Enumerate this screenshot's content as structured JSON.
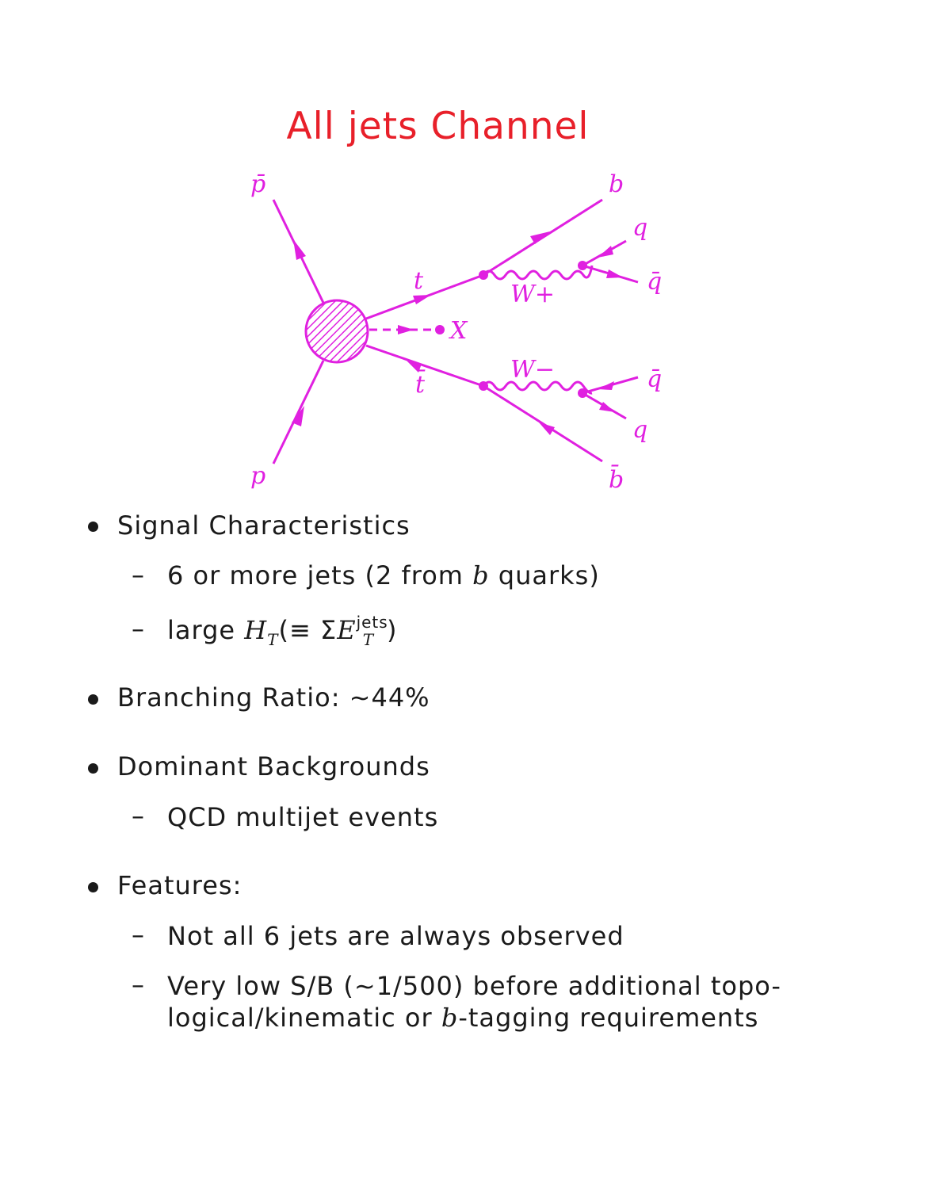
{
  "title": "All jets Channel",
  "diagram": {
    "color": "#e020e0",
    "labels": {
      "pbar": "p̄",
      "p": "p",
      "t": "t",
      "tbar": "t̄",
      "x": "X",
      "wplus": "W+",
      "wminus": "W−",
      "b_top": "b",
      "q_top": "q",
      "qbar_top": "q̄",
      "qbar_bottom": "q̄",
      "q_bottom": "q",
      "bbar": "b̄"
    }
  },
  "bullets": {
    "signal": {
      "label": "Signal Characteristics",
      "item1_pre": "6 or more jets (2 from ",
      "item1_b": "b",
      "item1_post": " quarks)",
      "item2_pre": "large ",
      "item2_H": "H",
      "item2_T": "T",
      "item2_open": "(≡ Σ",
      "item2_E": "E",
      "item2_jets": "jets",
      "item2_T2": "T",
      "item2_close": ")"
    },
    "branching": {
      "label": "Branching Ratio: ∼44%"
    },
    "backgrounds": {
      "label": "Dominant Backgrounds",
      "item1": "QCD multijet events"
    },
    "features": {
      "label": "Features:",
      "item1": "Not all 6 jets are always observed",
      "item2_line1": "Very low S/B (∼1/500) before additional topo-",
      "item2_line2_pre": "logical/kinematic or ",
      "item2_line2_b": "b",
      "item2_line2_post": "-tagging requirements"
    },
    "dash": "–"
  }
}
